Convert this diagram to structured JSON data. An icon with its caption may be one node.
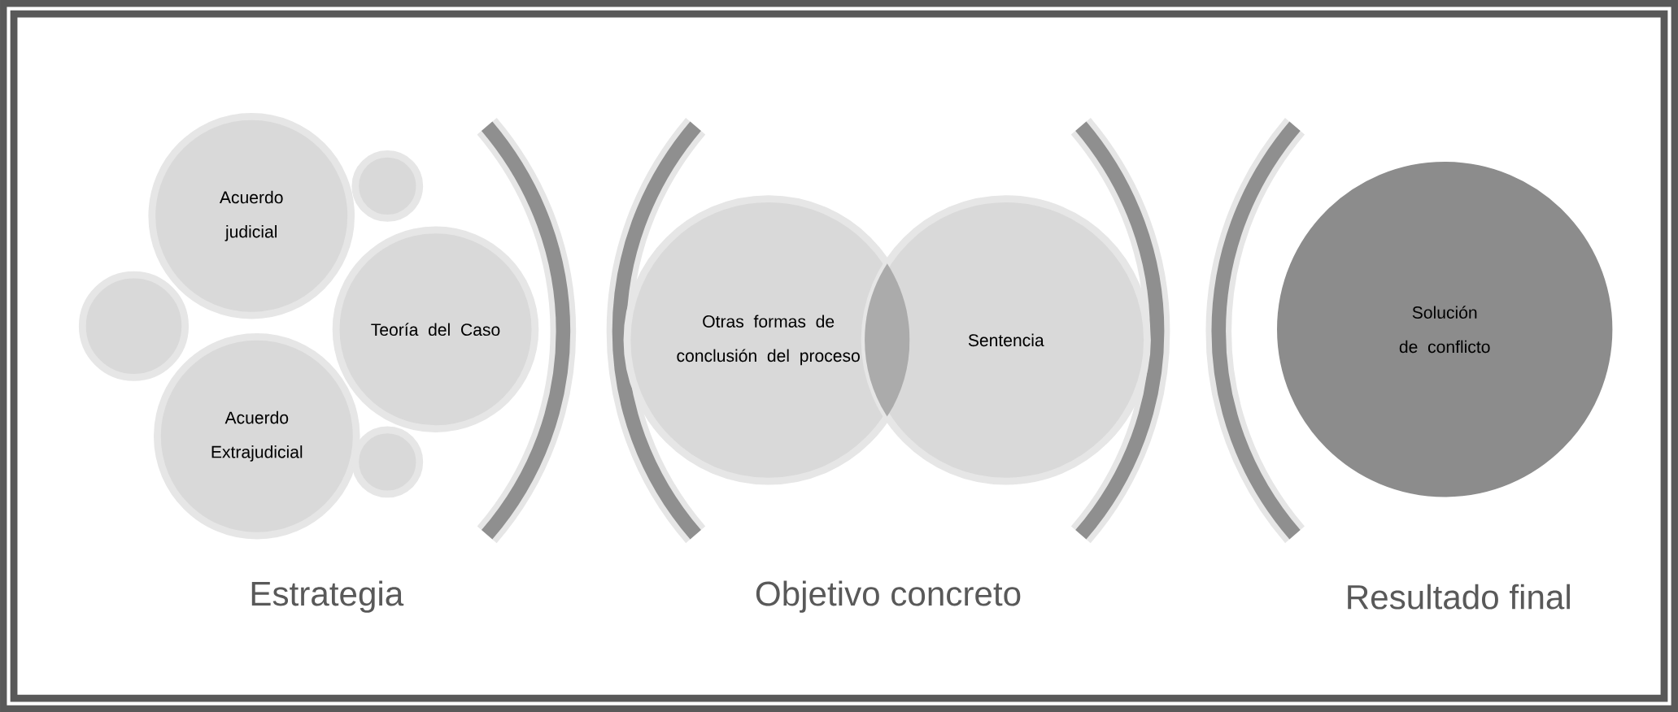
{
  "diagram": {
    "nodes": [
      {
        "text": [
          "Acuerdo judicial"
        ]
      },
      {
        "text": [],
        "shape": "circle"
      },
      {
        "text": [],
        "shape": "circle"
      },
      {
        "text": [
          "Teoría del Caso"
        ]
      },
      {
        "text": [
          "Acuerdo Extrajudicial"
        ]
      },
      {
        "text": [],
        "shape": "circle"
      },
      {
        "text": [
          "Otras formas de conclusión del proceso"
        ]
      },
      {
        "text": [
          "Sentencia"
        ]
      },
      {
        "text": [
          "Solución de conflicto"
        ]
      }
    ],
    "edges": [],
    "labels": [
      "Estrategia",
      "Objetivo concreto",
      "Resultado final"
    ]
  }
}
